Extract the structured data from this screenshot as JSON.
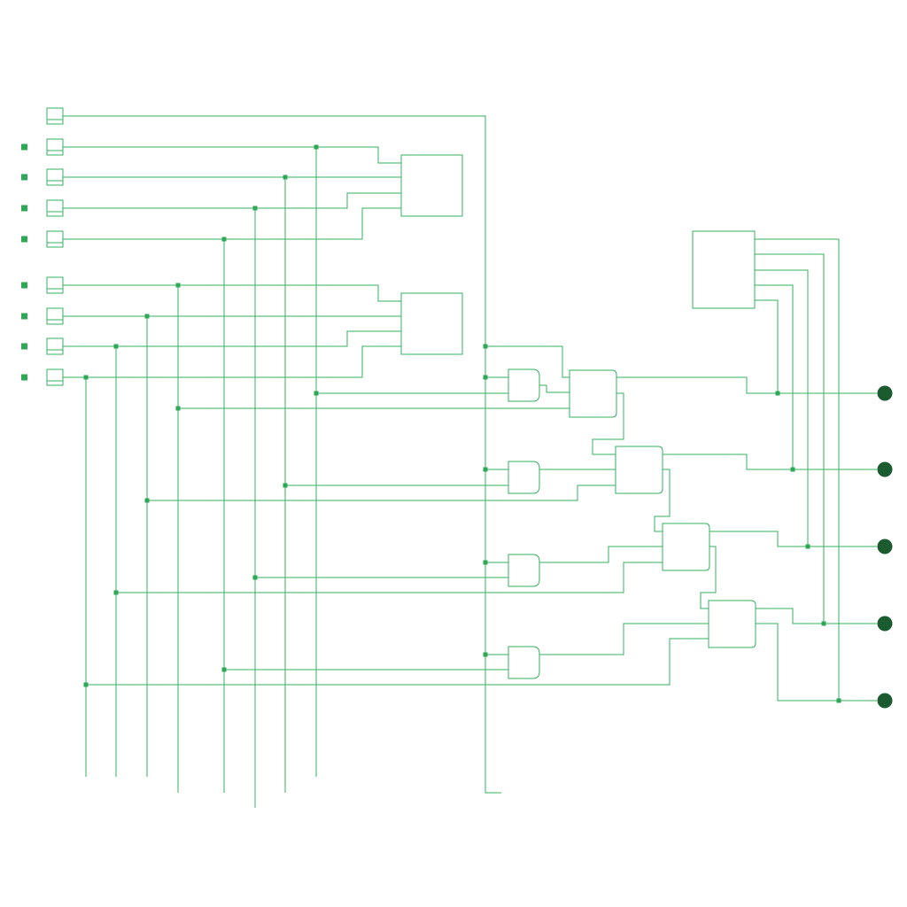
{
  "colors": {
    "wire": "#35b060",
    "junction": "#2ea855",
    "output_led": "#1a5c30",
    "background": "#ffffff"
  },
  "diagram": {
    "kind": "logic-circuit",
    "input_pins": 9,
    "and_gates": 4,
    "full_adders": 4,
    "multiplexer_blocks": 3,
    "output_leds": 5,
    "text_labels": []
  }
}
